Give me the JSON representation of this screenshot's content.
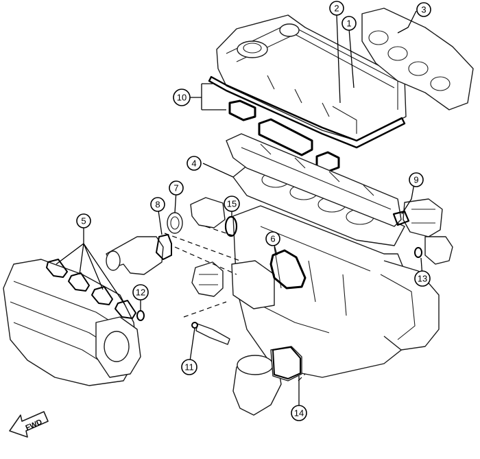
{
  "diagram": {
    "callouts": [
      "1",
      "2",
      "3",
      "4",
      "5",
      "6",
      "7",
      "8",
      "9",
      "10",
      "11",
      "12",
      "13",
      "14",
      "15"
    ],
    "fwd_label": "FWD"
  },
  "colors": {
    "line": "#1a1a1a",
    "background": "#ffffff"
  },
  "icons": [
    "fwd-arrow-icon"
  ]
}
